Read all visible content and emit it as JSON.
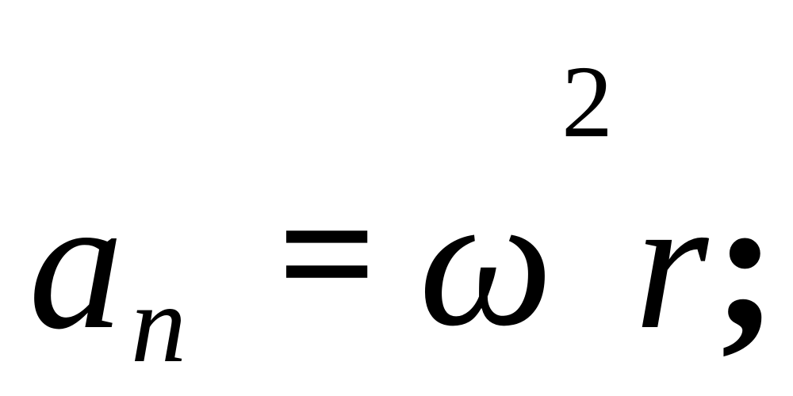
{
  "formula": {
    "a": "a",
    "subscript_n": "n",
    "equals": "=",
    "omega": "ω",
    "exponent": "2",
    "r": "r",
    "terminator": ";"
  }
}
